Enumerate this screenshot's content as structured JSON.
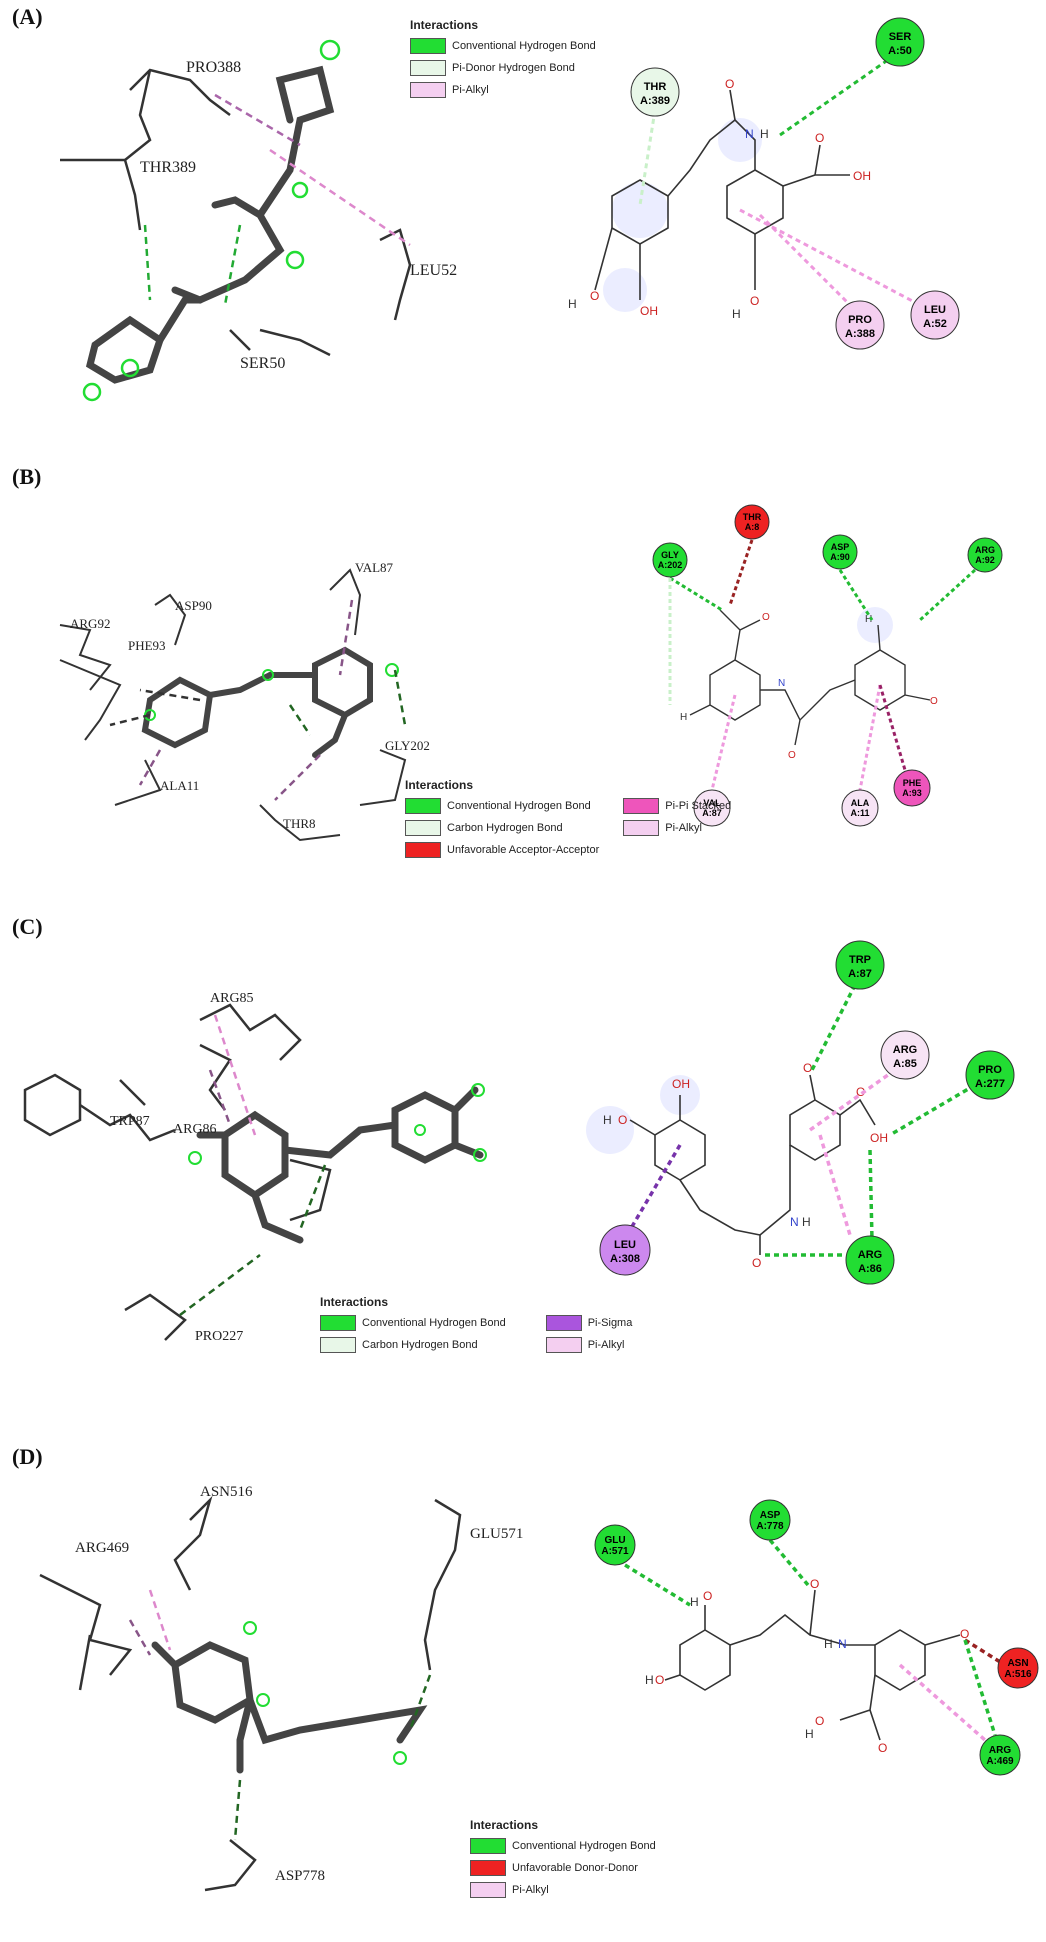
{
  "legend_title": "Interactions",
  "colors": {
    "conventional_hb": "#22dd33",
    "carbon_hb": "#e8f7e8",
    "pi_donor_hb": "#e8f7e8",
    "pi_alkyl": "#f4cff0",
    "pi_pi_stacked": "#ee55bb",
    "pi_sigma": "#aa55dd",
    "unfavorable": "#ee2222",
    "nitrogen": "#3344cc",
    "oxygen": "#cc2222"
  },
  "panels": [
    {
      "label": "(A)",
      "residues_3d": [
        "PRO388",
        "THR389",
        "LEU52",
        "SER50"
      ],
      "legend": [
        "Conventional Hydrogen Bond",
        "Pi-Donor Hydrogen Bond",
        "Pi-Alkyl"
      ],
      "nodes_2d": [
        {
          "line1": "THR",
          "line2": "A:389"
        },
        {
          "line1": "SER",
          "line2": "A:50"
        },
        {
          "line1": "PRO",
          "line2": "A:388"
        },
        {
          "line1": "LEU",
          "line2": "A:52"
        }
      ]
    },
    {
      "label": "(B)",
      "residues_3d": [
        "VAL87",
        "ASP90",
        "ARG92",
        "PHE93",
        "GLY202",
        "ALA11",
        "THR8"
      ],
      "legend": [
        "Conventional Hydrogen Bond",
        "Carbon Hydrogen Bond",
        "Unfavorable Acceptor-Acceptor",
        "Pi-Pi Stacked",
        "Pi-Alkyl"
      ],
      "nodes_2d": [
        {
          "line1": "THR",
          "line2": "A:8"
        },
        {
          "line1": "GLY",
          "line2": "A:202"
        },
        {
          "line1": "ASP",
          "line2": "A:90"
        },
        {
          "line1": "ARG",
          "line2": "A:92"
        },
        {
          "line1": "VAL",
          "line2": "A:87"
        },
        {
          "line1": "ALA",
          "line2": "A:11"
        },
        {
          "line1": "PHE",
          "line2": "A:93"
        }
      ]
    },
    {
      "label": "(C)",
      "residues_3d": [
        "ARG85",
        "TRP87",
        "ARG86",
        "PRO227"
      ],
      "legend": [
        "Conventional Hydrogen Bond",
        "Carbon Hydrogen Bond",
        "Pi-Sigma",
        "Pi-Alkyl"
      ],
      "nodes_2d": [
        {
          "line1": "TRP",
          "line2": "A:87"
        },
        {
          "line1": "ARG",
          "line2": "A:85"
        },
        {
          "line1": "PRO",
          "line2": "A:277"
        },
        {
          "line1": "LEU",
          "line2": "A:308"
        },
        {
          "line1": "ARG",
          "line2": "A:86"
        }
      ]
    },
    {
      "label": "(D)",
      "residues_3d": [
        "ASN516",
        "ARG469",
        "GLU571",
        "ASP778"
      ],
      "legend": [
        "Conventional Hydrogen Bond",
        "Unfavorable Donor-Donor",
        "Pi-Alkyl"
      ],
      "nodes_2d": [
        {
          "line1": "GLU",
          "line2": "A:571"
        },
        {
          "line1": "ASP",
          "line2": "A:778"
        },
        {
          "line1": "ASN",
          "line2": "A:516"
        },
        {
          "line1": "ARG",
          "line2": "A:469"
        }
      ]
    }
  ],
  "atoms": {
    "h": "H",
    "o": "O",
    "n": "N",
    "oh": "OH"
  }
}
